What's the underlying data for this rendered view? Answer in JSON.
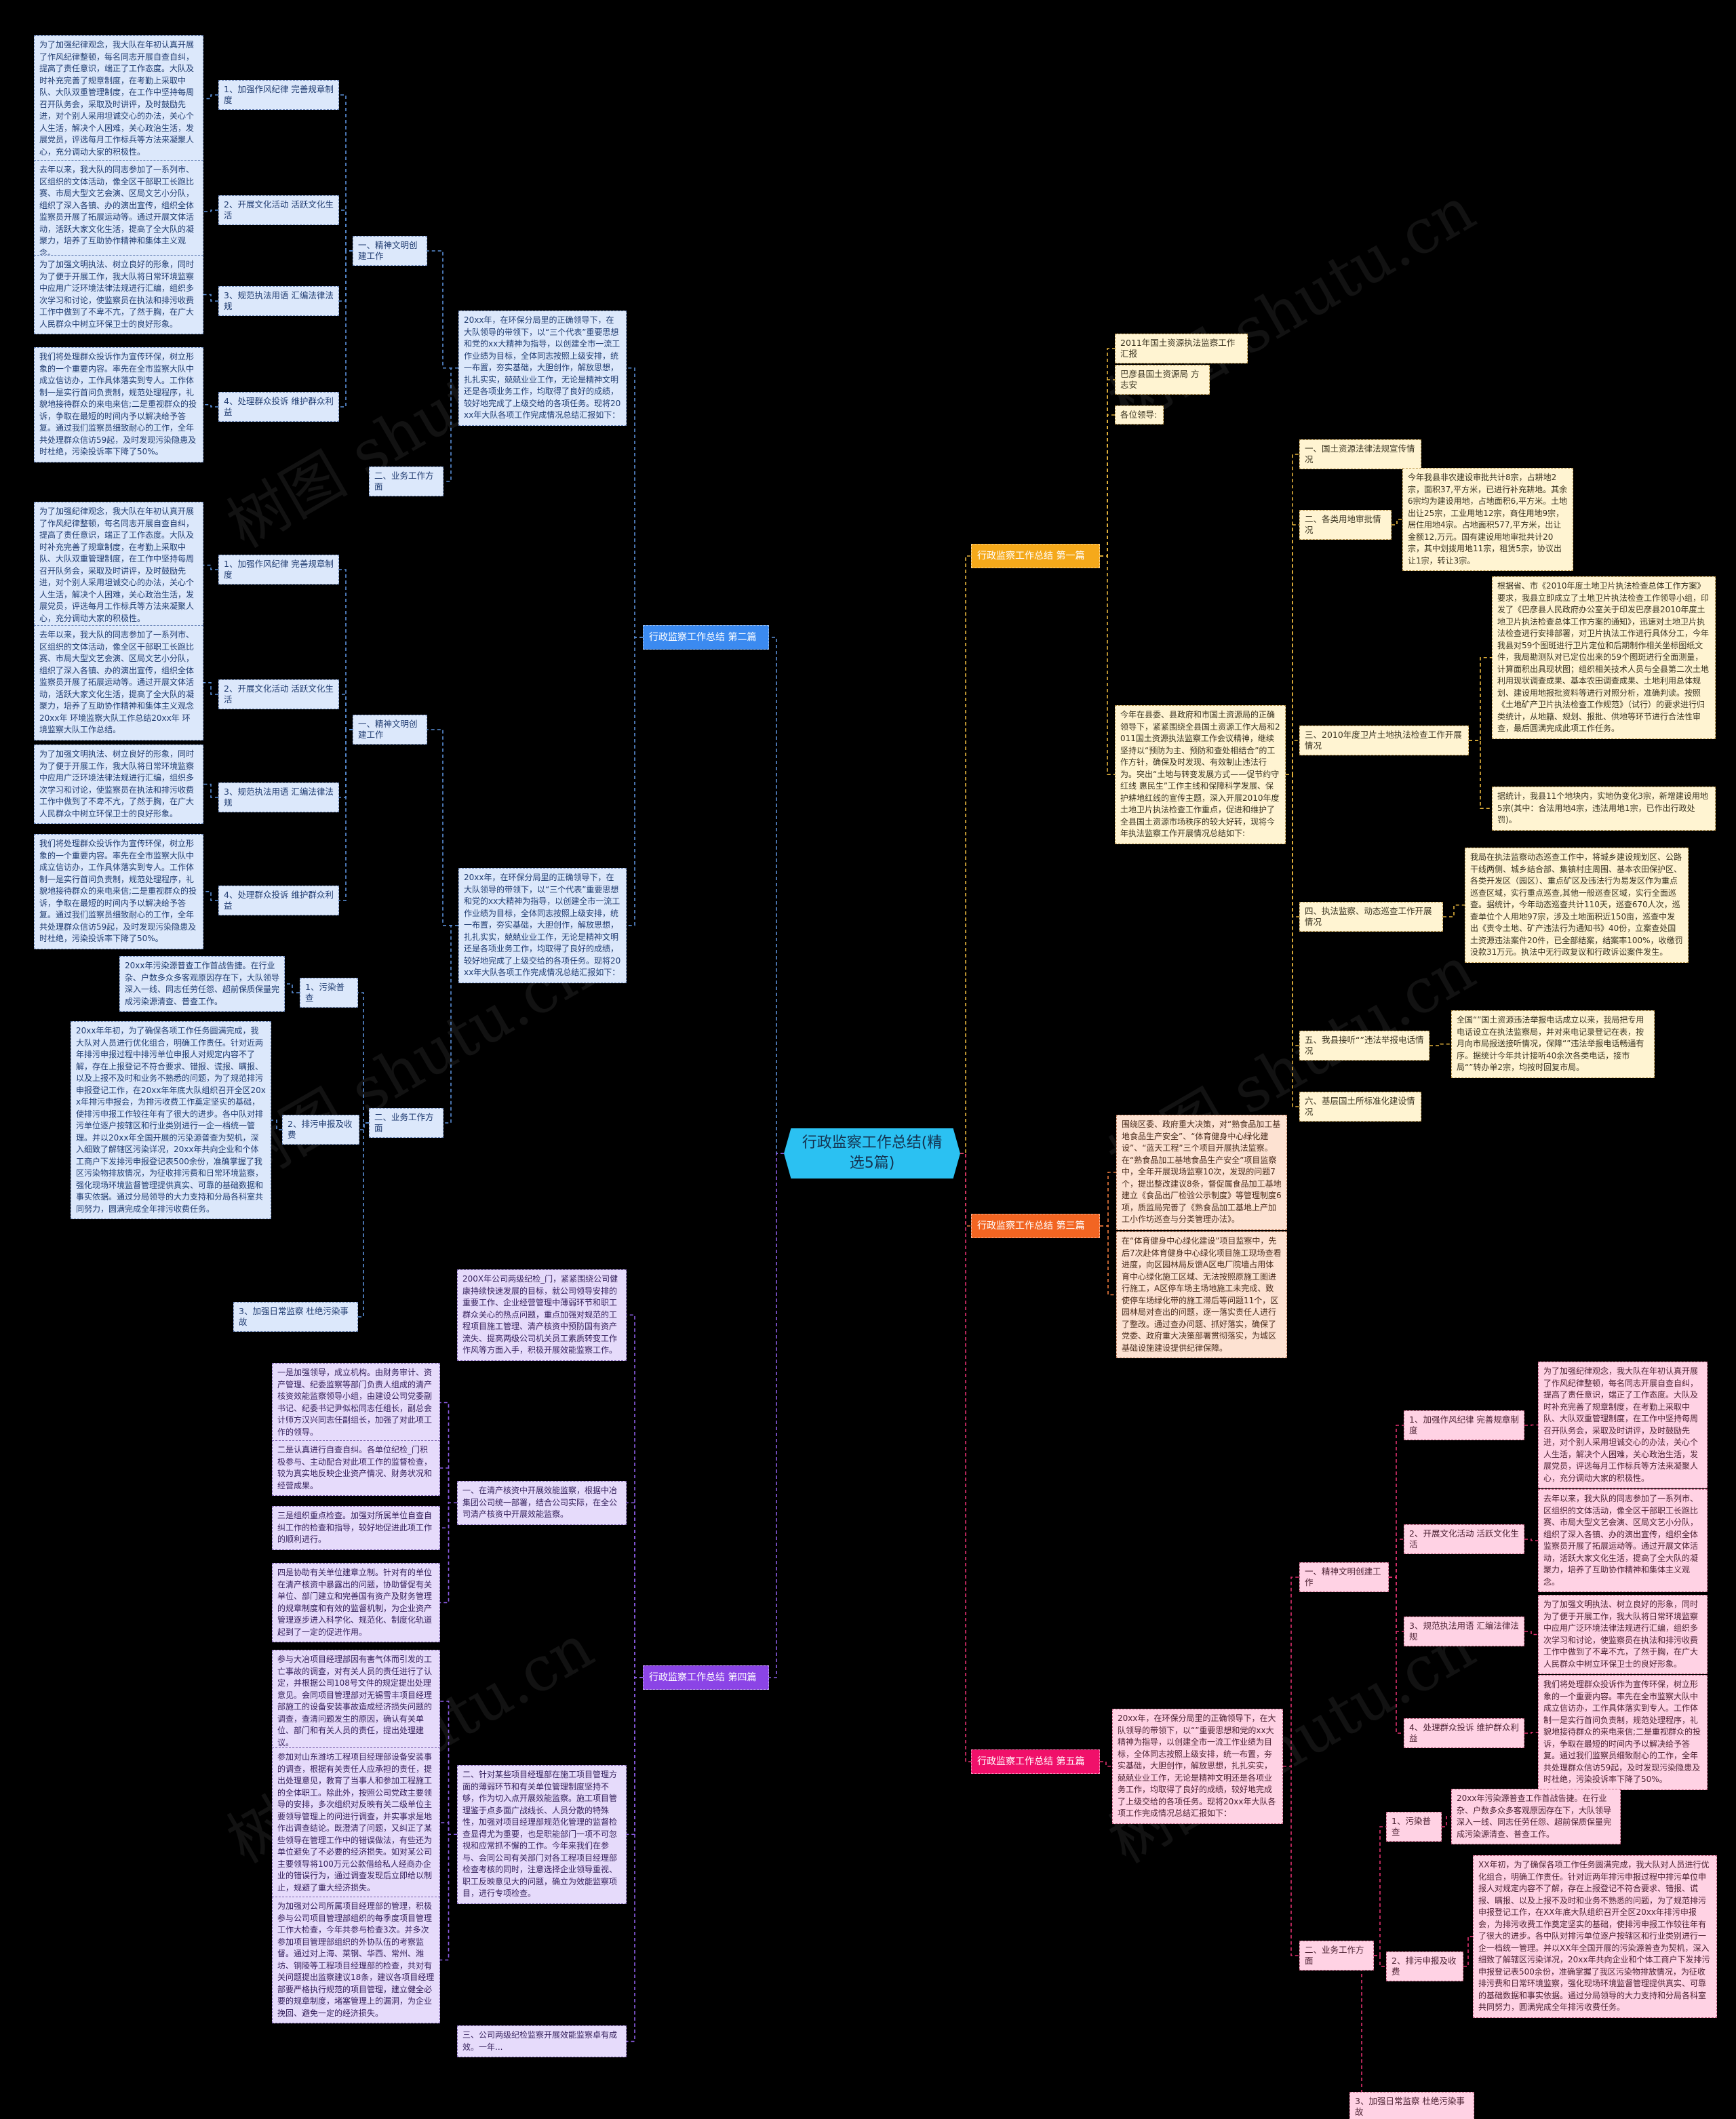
{
  "watermark": "树图 shutu.cn",
  "colors": {
    "background": "#000000",
    "root": "#2bc1f2",
    "branch_1": "#f5a91b",
    "branch_2": "#3b8af0",
    "branch_3": "#f26522",
    "branch_4": "#8b44e6",
    "branch_5": "#f0106a"
  },
  "root": {
    "title": "行政监察工作总结(精选5篇)"
  },
  "branches": {
    "p1": {
      "label": "行政监察工作总结 第一篇",
      "title": "2011年国土资源执法监察工作汇报",
      "author": "巴彦县国土资源局 方志安",
      "salutation": "各位领导:",
      "intro": "今年在县委、县政府和市国土资源局的正确领导下，紧紧围绕全县国土资源工作大局和2011国土资源执法监察工作会议精神，继续坚持以“预防为主、预防和查处相结合”的工作方针，确保及时发现、有效制止违法行为。突出“土地与转变发展方式——促节约守红线 惠民生”工作主线和保障科学发展、保护耕地红线的宣传主题，深入开展2010年度土地卫片执法检查工作重点，促进和维护了全县国土资源市场秩序的较大好转，现将今年执法监察工作开展情况总结如下:",
      "sections": [
        {
          "label": "一、国土资源法律法规宣传情况",
          "texts": []
        },
        {
          "label": "二、各类用地审批情况",
          "texts": [
            "今年我县非农建设审批共计8宗，占耕地2宗，面积37,平方米，已进行补充耕地。其余6宗均为建设用地，占地面积6,平方米。土地出让25宗，工业用地12宗，商住用地9宗，居住用地4宗。占地面积577,平方米，出让金额12,万元。国有建设用地审批共计20宗，其中划拨用地11宗，租赁5宗，协议出让1宗，转让3宗。"
          ]
        },
        {
          "label": "三、2010年度卫片土地执法检查工作开展情况",
          "texts": [
            "根据省、市《2010年度土地卫片执法检查总体工作方案》要求，我县立即成立了土地卫片执法检查工作领导小组，印发了《巴彦县人民政府办公室关于印发巴彦县2010年度土地卫片执法检查总体工作方案的通知》，迅速对土地卫片执法检查进行安排部署，对卫片执法工作进行具体分工，今年我县对59个图斑进行卫片定位和后期制作相关坐标图纸文件，我局勘测队对已定位出来的59个图斑进行全面测量，计算面积出具现状图；组织相关技术人员与全县第二次土地利用现状调查成果、基本农田调查成果、土地利用总体规划、建设用地报批资料等进行对照分析，准确判读。按照《土地矿产卫片执法检查工作规范》（试行）的要求进行归类统计，从地籍、规划、报批、供地等环节进行合法性审查，最后圆满完成此项工作任务。",
            "据统计，我县11个地块内，实地伪变化3宗，新增建设用地5宗(其中：合法用地4宗，违法用地1宗，已作出行政处罚)。"
          ]
        },
        {
          "label": "四、执法监察、动态巡查工作开展情况",
          "texts": [
            "我局在执法监察动态巡查工作中，将城乡建设规划区、公路干线两侧、城乡结合部、集镇村庄周围、基本农田保护区、各类开发区（园区）、重点矿区及违法行为易发区作为重点巡查区域，实行重点巡查,其他一般巡查区域，实行全面巡查。据统计，今年动态巡查共计110天，巡查670人次，巡查单位个人用地97宗，涉及土地面积近150亩，巡查中发出《责令土地、矿产违法行为通知书》40份，立案查处国土资源违法案件20件，已全部结案，结案率100%，收缴罚没款31万元。执法中无行政复议和行政诉讼案件发生。"
          ]
        },
        {
          "label": "五、我县接听“”违法举报电话情况",
          "texts": [
            "全国“”国土资源违法举报电话成立以来，我局把专用电话设立在执法监察局，并对来电记录登记在表，按月向市局报送接听情况，保障“”违法举报电话畅通有序。据统计今年共计接听40余次各类电话，接市局“”转办单2宗，均按时回复市局。"
          ]
        },
        {
          "label": "六、基层国土所标准化建设情况",
          "texts": []
        }
      ]
    },
    "p2": {
      "label": "行政监察工作总结 第二篇",
      "parts": [
        {
          "intro": "20xx年，在环保分局里的正确领导下，在大队领导的带领下，以“三个代表”重要思想和党的xx大精神为指导，以创建全市一流工作业绩为目标，全体同志按照上级安排，统一布置，夯实基础，大胆创作，解放思想，扎扎实实，兢兢业业工作，无论是精神文明还是各项业务工作，均取得了良好的成绩，较好地完成了上级交给的各项任务。现将20xx年大队各项工作完成情况总结汇报如下：",
          "sections": [
            {
              "label": "一、精神文明创建工作",
              "items": [
                {
                  "label": "1、加强作风纪律 完善规章制度",
                  "text": "为了加强纪律观念，我大队在年初认真开展了作风纪律整顿，每名同志开展自查自纠，提高了责任意识，端正了工作态度。大队及时补充完善了规章制度，在考勤上采取中队、大队双重管理制度，在工作中坚持每周召开队务会，采取及时讲评，及时鼓励先进，对个别人采用坦诚交心的办法，关心个人生活，解决个人困难，关心政治生活，发展党员，评选每月工作标兵等方法来凝聚人心，充分调动大家的积极性。"
                },
                {
                  "label": "2、开展文化活动 活跃文化生活",
                  "text": "去年以来，我大队的同志参加了一系列市、区组织的文体活动，像全区干部职工长跑比赛、市局大型文艺会演、区局文艺小分队，组织了深入各镇、办的演出宣传，组织全体监察员开展了拓展运动等。通过开展文体活动，活跃大家文化生活，提高了全大队的凝聚力，培养了互助协作精神和集体主义观念。"
                },
                {
                  "label": "3、规范执法用语 汇编法律法规",
                  "text": "为了加强文明执法、树立良好的形象，同时为了便于开展工作，我大队将日常环境监察中应用广泛环境法律法规进行汇编，组织多次学习和讨论，使监察员在执法和排污收费工作中做到了不卑不亢，了然于胸，在广大人民群众中树立环保卫士的良好形象。"
                },
                {
                  "label": "4、处理群众投诉 维护群众利益",
                  "text": "我们将处理群众投诉作为宣传环保，树立形象的一个重要内容。率先在全市监察大队中成立信访办，工作具体落实到专人。工作体制一是实行首问负责制，规范处理程序，礼貌地接待群众的来电来信;二是重视群众的投诉，争取在最短的时间内予以解决给予答复。通过我们监察员细致耐心的工作，全年共处理群众信访59起，及时发现污染隐患及时杜绝，污染投诉率下降了50%。"
                }
              ]
            },
            {
              "label": "二、业务工作方面",
              "items": []
            }
          ]
        },
        {
          "intro": "20xx年，在环保分局里的正确领导下，在大队领导的带领下，以“三个代表”重要思想和党的xx大精神为指导，以创建全市一流工作业绩为目标，全体同志按照上级安排，统一布置，夯实基础，大胆创作，解放思想，扎扎实实，兢兢业业工作，无论是精神文明还是各项业务工作，均取得了良好的成绩，较好地完成了上级交给的各项任务。现将20xx年大队各项工作完成情况总结汇报如下：",
          "sections": [
            {
              "label": "一、精神文明创建工作",
              "items": [
                {
                  "label": "1、加强作风纪律 完善规章制度",
                  "text": "为了加强纪律观念，我大队在年初认真开展了作风纪律整顿，每名同志开展自查自纠，提高了责任意识，端正了工作态度。大队及时补充完善了规章制度，在考勤上采取中队、大队双重管理制度，在工作中坚持每周召开队务会，采取及时讲评，及时鼓励先进，对个别人采用坦诚交心的办法，关心个人生活，解决个人困难，关心政治生活，发展党员，评选每月工作标兵等方法来凝聚人心，充分调动大家的积极性。"
                },
                {
                  "label": "2、开展文化活动 活跃文化生活",
                  "text": "去年以来，我大队的同志参加了一系列市、区组织的文体活动，像全区干部职工长跑比赛、市局大型文艺会演、区局文艺小分队，组织了深入各镇、办的演出宣传，组织全体监察员开展了拓展运动等。通过开展文体活动，活跃大家文化生活，提高了全大队的凝聚力，培养了互助协作精神和集体主义观念20xx年 环境监察大队工作总结20xx年 环境监察大队工作总结。"
                },
                {
                  "label": "3、规范执法用语 汇编法律法规",
                  "text": "为了加强文明执法、树立良好的形象，同时为了便于开展工作，我大队将日常环境监察中应用广泛环境法律法规进行汇编，组织多次学习和讨论，使监察员在执法和排污收费工作中做到了不卑不亢，了然于胸，在广大人民群众中树立环保卫士的良好形象。"
                },
                {
                  "label": "4、处理群众投诉 维护群众利益",
                  "text": "我们将处理群众投诉作为宣传环保，树立形象的一个重要内容。率先在全市监察大队中成立信访办，工作具体落实到专人。工作体制一是实行首问负责制，规范处理程序，礼貌地接待群众的来电来信;二是重视群众的投诉，争取在最短的时间内予以解决给予答复。通过我们监察员细致耐心的工作，全年共处理群众信访59起，及时发现污染隐患及时杜绝，污染投诉率下降了50%。"
                }
              ]
            },
            {
              "label": "二、业务工作方面",
              "items": [
                {
                  "label": "1、污染普查",
                  "text": "20xx年污染源普查工作首战告捷。在行业杂、户数多众多客观原因存在下，大队领导深入一线、同志任劳任怨、超前保质保量完成污染源清查、普查工作。"
                },
                {
                  "label": "2、排污申报及收费",
                  "text": "20xx年年初，为了确保各项工作任务圆满完成，我大队对人员进行优化组合，明确工作责任。针对近两年排污申报过程中排污单位申报人对规定内容不了解，存在上报登记不符合要求、错报、谎报、瞒报、以及上报不及时和业务不熟悉的问题，为了规范排污申报登记工作，在20xx年年底大队组织召开全区20xx年排污申报会，为排污收费工作奠定坚实的基础，使排污申报工作较往年有了很大的进步。各中队对排污单位逐户按辖区和行业类别进行一企一档统一管理。并以20xx年全国开展的污染源普查为契机，深入细致了解辖区污染详况，20xx年共向企业和个体工商户下发排污申报登记表500余份，准确掌握了我区污染物排放情况，为征收排污费和日常环境监察，强化现场环境监督管理提供真实、可靠的基础数据和事实依据。通过分局领导的大力支持和分局各科室共同努力，圆满完成全年排污收费任务。"
                },
                {
                  "label": "3、加强日常监察 杜绝污染事故",
                  "text": ""
                }
              ]
            }
          ]
        }
      ]
    },
    "p3": {
      "label": "行政监察工作总结 第三篇",
      "texts": [
        "围绕区委、政府重大决策，对“熟食品加工基地食品生产安全”、“体育健身中心绿化建设”、“蓝天工程”三个项目开展执法监察。在“熟食品加工基地食品生产安全”项目监察中，全年开展现场监察10次，发现的问题7个，提出整改建议8条，督促属食品加工基地建立《食品出厂检验公示制度》等管理制度6项，质监局完善了《熟食品加工基地上产加工小作坊巡查与分类管理办法》。",
        "在“体育健身中心绿化建设”项目监察中，先后7次赴体育健身中心绿化项目施工现场查看进度，向区园林局反馈A区电厂院墙占用体育中心绿化施工区域、无法按照原施工图进行施工，A区停车场主场地施工未完成、致使停车场绿化带的施工滞后等问题11个，区园林局对查出的问题，逐一落实责任人进行了整改。通过查办问题、抓好落实，确保了党委、政府重大决策部署贯彻落实，为城区基础设施建设提供纪律保障。"
      ]
    },
    "p4": {
      "label": "行政监察工作总结 第四篇",
      "nodes": [
        {
          "text": "200X年公司两级纪检_门，紧紧围绕公司健康持续快速发展的目标，就公司领导安排的重要工作、企业经营管理中薄弱环节和职工群众关心的热点问题，重点加强对规范的工程项目施工管理、清产核资中预防国有资产流失、提高两级公司机关员工素质转变工作作风等方面入手，积极开展效能监察工作。",
          "children": []
        },
        {
          "text": "一、在清产核资中开展效能监察，根据中冶集团公司统一部署，结合公司实际，在全公司清产核资中开展效能监察。",
          "children": [
            "一是加强领导，成立机构。由财务审计、资产管理、纪委监察等部门负责人组成的清产核资效能监察领导小组，由建设公司党委副书记、纪委书记尹似松同志任组长，副总会计师方汉兴同志任副组长，加强了对此项工作的领导。",
            "二是认真进行自查自纠。各单位纪检_门积极参与、主动配合对此项工作的监督检查，较为真实地反映企业资产情况、财务状况和经营成果。",
            "三是组织重点检查。加强对所属单位自查自纠工作的检查和指导，较好地促进此项工作的顺利进行。",
            "四是协助有关单位建章立制。针对有的单位在清产核资中暴露出的问题，协助督促有关单位、部门建立和完善国有资产及财务管理的规章制度和有效的监督机制，为企业资产管理逐步进入科学化、规范化、制度化轨道起到了一定的促进作用。"
          ]
        },
        {
          "text": "二、针对某些项目经理部在施工项目管理方面的薄弱环节和有关单位管理制度坚持不够，作为切入点开展效能监察。施工项目管理鉴于点多面广战线长、人员分散的特殊性，加强对项目经理部规范化管理的监督检查显得尤为重要，也是职能部门一项不可忽视和应常抓不懈的工作。今年来我们在参与、会同公司有关部门对各工程项目经理部检查考核的同时，注意选择企业领导重视、职工反映意见大的问题，确立为效能监察项目，进行专项检查。",
          "children": [
            "参与大冶项目经理部因有害气体而引发的工亡事故的调查，对有关人员的责任进行了认定，并根据公司108号文件的规定提出处理意见。会同项目管理部对无锡雪丰项目经理部施工的设备安装事故造成经济损失问题的调查，查清问题发生的原因，确认有关单位、部门和有关人员的责任，提出处理建议。",
            "参加对山东潍坊工程项目经理部设备安装事的调查，根据有关责任人应承担的责任，提出处理意见，教育了当事人和参加工程施工的全体职工。除此外，按照公司党政主要领导的安排，多次组织对反映有关二级单位主要领导管理上的问进行调查，并实事求是地作出调查结论。既澄清了问题，又纠正了某些领导在管理工作中的错误做法，有些还为单位避免了不必要的经济损失。如对某公司主要领导将100万元公款借给私人经商办企业的错误行为，通过调查发现后立即给以制止，规避了重大经济损失。",
            "为加强对公司所属项目经理部的管理，积极参与公司项目管理部组织的每季度项目管理工作大检查，今年共参与检查3次。并多次参加项目管理部组织的外协队伍的考察监督。通过对上海、莱钢、华西、常州、潍坊、铜陵等工程项目经理部的检查，共对有关问题提出监察建议18条，建议各项目经理部要严格执行规范的项目管理，建立健全必要的规章制度，堵塞管理上的漏洞，为企业挽回、避免一定的经济损失。"
          ]
        },
        {
          "text": "三、公司两级纪检监察开展效能监察卓有成效。一年...",
          "children": []
        }
      ]
    },
    "p5": {
      "label": "行政监察工作总结 第五篇",
      "intro": "20xx年，在环保分局里的正确领导下，在大队领导的带领下，以“”重要思想和党的xx大精神为指导，以创建全市一流工作业绩为目标，全体同志按照上级安排，统一布置，夯实基础，大胆创作，解放思想，扎扎实实，兢兢业业工作，无论是精神文明还是各项业务工作，均取得了良好的成绩，较好地完成了上级交给的各项任务。现将20xx年大队各项工作完成情况总结汇报如下：",
      "sections": [
        {
          "label": "一、精神文明创建工作",
          "items": [
            {
              "label": "1、加强作风纪律 完善规章制度",
              "text": "为了加强纪律观念，我大队在年初认真开展了作风纪律整顿，每名同志开展自查自纠，提高了责任意识，端正了工作态度。大队及时补充完善了规章制度，在考勤上采取中队、大队双重管理制度，在工作中坚持每周召开队务会，采取及时讲评，及时鼓励先进，对个别人采用坦诚交心的办法，关心个人生活，解决个人困难，关心政治生活，发展党员，评选每月工作标兵等方法来凝聚人心，充分调动大家的积极性。"
            },
            {
              "label": "2、开展文化活动 活跃文化生活",
              "text": "去年以来，我大队的同志参加了一系列市、区组织的文体活动，像全区干部职工长跑比赛、市局大型文艺会演、区局文艺小分队，组织了深入各镇、办的演出宣传，组织全体监察员开展了拓展运动等。通过开展文体活动，活跃大家文化生活，提高了全大队的凝聚力，培养了互助协作精神和集体主义观念。"
            },
            {
              "label": "3、规范执法用语 汇编法律法规",
              "text": "为了加强文明执法、树立良好的形象，同时为了便于开展工作，我大队将日常环境监察中应用广泛环境法律法规进行汇编，组织多次学习和讨论，使监察员在执法和排污收费工作中做到了不卑不亢，了然于胸，在广大人民群众中树立环保卫士的良好形象。"
            },
            {
              "label": "4、处理群众投诉 维护群众利益",
              "text": "我们将处理群众投诉作为宣传环保，树立形象的一个重要内容。率先在全市监察大队中成立信访办，工作具体落实到专人。工作体制一是实行首问负责制，规范处理程序，礼貌地接待群众的来电来信;二是重视群众的投诉，争取在最短的时间内予以解决给予答复。通过我们监察员细致耐心的工作，全年共处理群众信访59起，及时发现污染隐患及时杜绝，污染投诉率下降了50%。"
            }
          ]
        },
        {
          "label": "二、业务工作方面",
          "items": [
            {
              "label": "1、污染普查",
              "text": "20xx年污染源普查工作首战告捷。在行业杂、户数多众多客观原因存在下，大队领导深入一线、同志任劳任怨、超前保质保量完成污染源清查、普查工作。"
            },
            {
              "label": "2、排污申报及收费",
              "text": "XX年初，为了确保各项工作任务圆满完成，我大队对人员进行优化组合，明确工作责任。针对近两年排污申报过程中排污单位申报人对规定内容不了解，存在上报登记不符合要求、错报、谎报、瞒报、以及上报不及时和业务不熟悉的问题，为了规范排污申报登记工作，在XX年底大队组织召开全区20xx年排污申报会，为排污收费工作奠定坚实的基础，使排污申报工作较往年有了很大的进步。各中队对排污单位逐户按辖区和行业类别进行一企一档统一管理。并以XX年全国开展的污染源普查为契机，深入细致了解辖区污染详况，20xx年共向企业和个体工商户下发排污申报登记表500余份，准确掌握了我区污染物排放情况，为征收排污费和日常环境监察，强化现场环境监督管理提供真实、可靠的基础数据和事实依据。通过分局领导的大力支持和分局各科室共同努力，圆满完成全年排污收费任务。"
            },
            {
              "label": "3、加强日常监察 杜绝污染事故",
              "text": ""
            }
          ]
        }
      ]
    }
  }
}
